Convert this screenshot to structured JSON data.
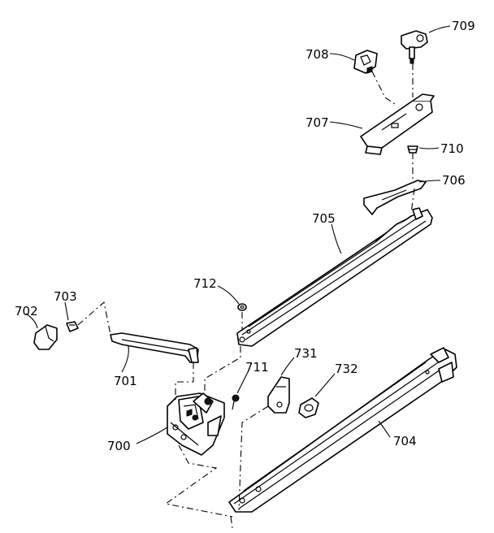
{
  "labels": {
    "l700": "700",
    "l701": "701",
    "l702": "702",
    "l703": "703",
    "l704": "704",
    "l705": "705",
    "l706": "706",
    "l707": "707",
    "l708": "708",
    "l709": "709",
    "l710": "710",
    "l711": "711",
    "l712": "712",
    "l731": "731",
    "l732": "732"
  }
}
